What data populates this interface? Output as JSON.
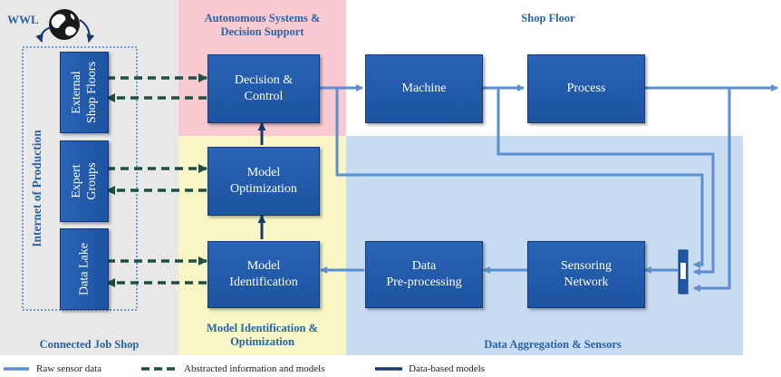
{
  "regions": {
    "autonomous": "Autonomous Systems &\nDecision Support",
    "shop_floor": "Shop Floor",
    "connected_job_shop": "Connected Job Shop",
    "model_identification": "Model Identification &\nOptimization",
    "data_aggregation": "Data Aggregation & Sensors"
  },
  "wwl_label": "WWL",
  "internet_of_production": "Internet of Production",
  "side_boxes": {
    "external": "External\nShop Floors",
    "expert": "Expert\nGroups",
    "datalake": "Data Lake"
  },
  "boxes": {
    "decision": "Decision &\nControl",
    "machine": "Machine",
    "process": "Process",
    "optimization": "Model\nOptimization",
    "identification": "Model\nIdentification",
    "preprocessing": "Data\nPre-processing",
    "sensoring": "Sensoring\nNetwork"
  },
  "legend": {
    "raw": "Raw sensor data",
    "abstracted": "Abstracted information and models",
    "databased": "Data-based models"
  },
  "colors": {
    "box_blue": "#1f57a6",
    "raw_line": "#5b8fd0",
    "dark_line": "#153a6e",
    "dash_line": "#1e4f45",
    "pink_region": "#f7c9d1",
    "yellow_region": "#f7f6c4",
    "blue_region": "#c7dbf1",
    "grey_region": "#e8e8e8",
    "title_blue": "#2a63a8"
  },
  "icons": {
    "globe": "globe-icon"
  }
}
